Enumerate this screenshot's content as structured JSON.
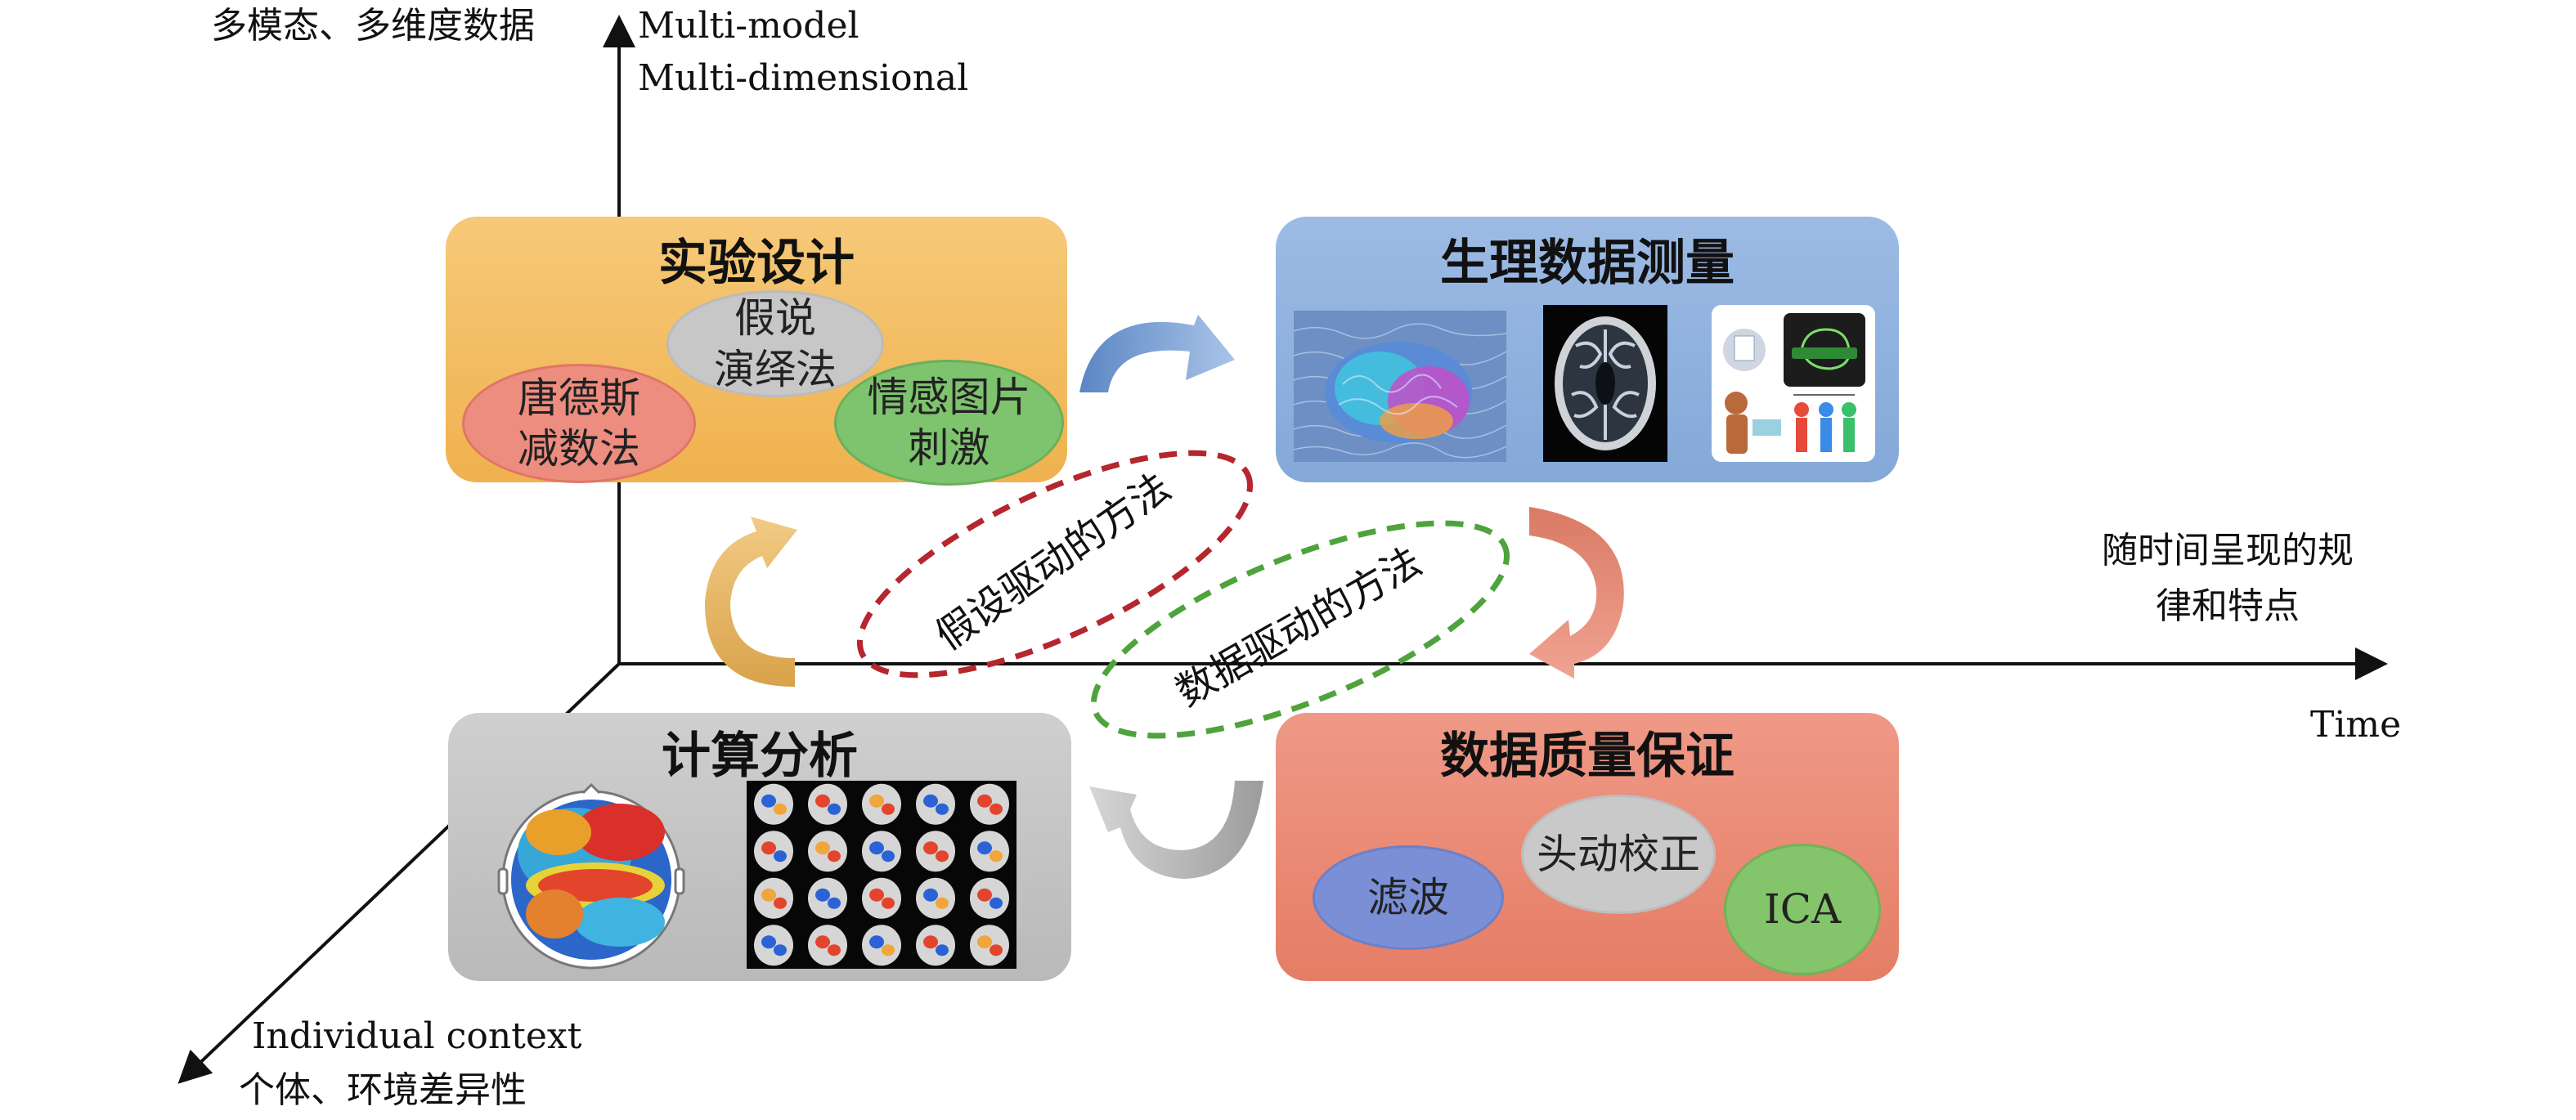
{
  "axes": {
    "y_cn": "多模态、多维度数据",
    "y_en_line1": "Multi-model",
    "y_en_line2": "Multi-dimensional",
    "x_cn_line1": "随时间呈现的规",
    "x_cn_line2": "律和特点",
    "x_en": "Time",
    "z_en": "Individual context",
    "z_cn": "个体、环境差异性"
  },
  "boxes": {
    "design": {
      "title": "实验设计",
      "items": [
        {
          "line1": "假说",
          "line2": "演绎法"
        },
        {
          "line1": "唐德斯",
          "line2": "减数法"
        },
        {
          "line1": "情感图片",
          "line2": "刺激"
        }
      ]
    },
    "measure": {
      "title": "生理数据测量"
    },
    "compute": {
      "title": "计算分析"
    },
    "quality": {
      "title": "数据质量保证",
      "items": [
        "滤波",
        "头动校正",
        "ICA"
      ]
    }
  },
  "methods": {
    "hypothesis": "假设驱动的方法",
    "data": "数据驱动的方法"
  },
  "colors": {
    "design": "#f3bc5c",
    "measure": "#8fb0db",
    "compute": "#c4c4c4",
    "quality": "#ec8c72",
    "hypothesis": "#b5262e",
    "data": "#4ea33c"
  },
  "icons": [
    "eeg-brain-image",
    "mri-brain-image",
    "brain-computer-interface-image",
    "eeg-topography-map-image",
    "fmri-slices-image"
  ]
}
